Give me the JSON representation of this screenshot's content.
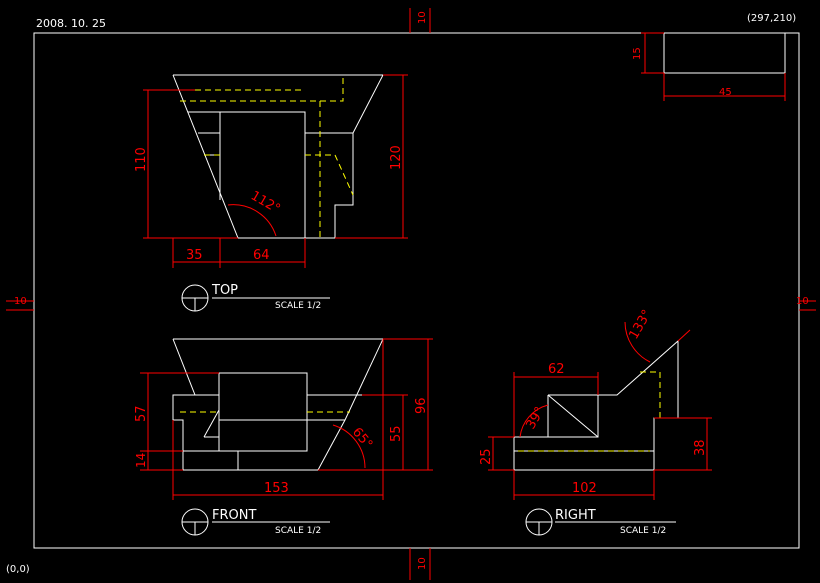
{
  "drawing": {
    "date": "2008. 10. 25",
    "top_right_coord": "(297,210)",
    "origin_coord": "(0,0)",
    "colors": {
      "background": "#000000",
      "frame": "#ffffff",
      "outline": "#ffffff",
      "dimension": "#ff0000",
      "hidden": "#ffff00",
      "margin_line": "#ff0000"
    }
  },
  "margins": {
    "top": "10",
    "bottom": "10",
    "left": "10",
    "right": "10"
  },
  "title_block": {
    "height": "15",
    "width": "45"
  },
  "views": {
    "top": {
      "title": "TOP",
      "scale": "SCALE 1/2",
      "dims": {
        "height_110": "110",
        "height_120": "120",
        "width_35": "35",
        "width_64": "64",
        "angle": "112°"
      }
    },
    "front": {
      "title": "FRONT",
      "scale": "SCALE 1/2",
      "dims": {
        "h57": "57",
        "h14": "14",
        "h55": "55",
        "h96": "96",
        "w153": "153",
        "angle": "65°"
      }
    },
    "right": {
      "title": "RIGHT",
      "scale": "SCALE 1/2",
      "dims": {
        "w62": "62",
        "w102": "102",
        "h25": "25",
        "h38": "38",
        "angle1": "133°",
        "angle2": "39°"
      }
    }
  }
}
